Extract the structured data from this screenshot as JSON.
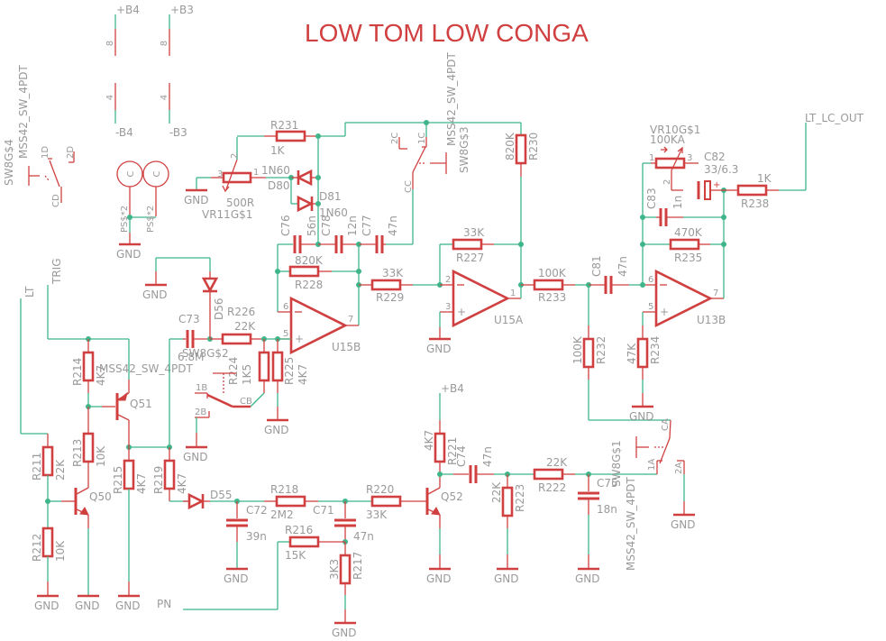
{
  "title": "LOW TOM LOW CONGA",
  "colors": {
    "wire": "#3fb58a",
    "part": "#d04040",
    "label": "#9a9a9a",
    "background": "#ffffff"
  },
  "nets": {
    "b4_pos": "+B4",
    "b3_pos": "+B3",
    "b4_neg": "-B4",
    "b3_neg": "-B3",
    "lt": "LT",
    "trig": "TRIG",
    "pn": "PN",
    "out": "LT_LC_OUT",
    "gnd": "GND"
  },
  "power": {
    "pin8": "8",
    "pin4": "4",
    "ps_a": "PS$*2",
    "ps_b": "PS$*2",
    "cap_glyph": "C"
  },
  "switches": {
    "sw4": {
      "name": "SW8G$4",
      "part": "MSS42_SW_4PDT",
      "p1": "1D",
      "p2": "2D",
      "c": "CD"
    },
    "sw3": {
      "name": "SW8G$3",
      "part": "MSS42_SW_4PDT",
      "p1": "1C",
      "p2": "2C",
      "c": "CC"
    },
    "sw2": {
      "name": "SW8G$2",
      "part": "MSS42_SW_4PDT",
      "p1": "1B",
      "p2": "2B",
      "c": "CB"
    },
    "sw1": {
      "name": "SW8G$1",
      "part": "MSS42_SW_4PDT",
      "p1": "1A",
      "p2": "2A",
      "c": "CA"
    }
  },
  "resistors": {
    "r211": {
      "name": "R211",
      "value": "22K"
    },
    "r212": {
      "name": "R212",
      "value": "10K"
    },
    "r213": {
      "name": "R213",
      "value": "10K"
    },
    "r214": {
      "name": "R214",
      "value": "4K7"
    },
    "r215": {
      "name": "R215",
      "value": "4K7"
    },
    "r216": {
      "name": "R216",
      "value": "15K"
    },
    "r217": {
      "name": "R217",
      "value": "3K3"
    },
    "r218": {
      "name": "R218",
      "value": "2M2"
    },
    "r219": {
      "name": "R219",
      "value": "4K7"
    },
    "r220": {
      "name": "R220",
      "value": "33K"
    },
    "r221": {
      "name": "R221",
      "value": "4K7"
    },
    "r222": {
      "name": "R222",
      "value": "22K"
    },
    "r223": {
      "name": "R223",
      "value": "22K"
    },
    "r224": {
      "name": "R224",
      "value": "1K5"
    },
    "r225": {
      "name": "R225",
      "value": "4K7"
    },
    "r226": {
      "name": "R226",
      "value": "22K"
    },
    "r227": {
      "name": "R227",
      "value": "33K"
    },
    "r228": {
      "name": "R228",
      "value": "820K"
    },
    "r229": {
      "name": "R229",
      "value": "33K"
    },
    "r230": {
      "name": "R230",
      "value": "820K"
    },
    "r231": {
      "name": "R231",
      "value": "1K"
    },
    "r232": {
      "name": "R232",
      "value": "100K"
    },
    "r233": {
      "name": "R233",
      "value": "100K"
    },
    "r234": {
      "name": "R234",
      "value": "47K"
    },
    "r235": {
      "name": "R235",
      "value": "470K"
    },
    "r238": {
      "name": "R238",
      "value": "1K"
    }
  },
  "capacitors": {
    "c71": {
      "name": "C71",
      "value": "47n"
    },
    "c72": {
      "name": "C72",
      "value": "39n"
    },
    "c73": {
      "name": "C73",
      "value": "6.8M"
    },
    "c74": {
      "name": "C74",
      "value": "47n"
    },
    "c75": {
      "name": "C75",
      "value": "18n"
    },
    "c76": {
      "name": "C76",
      "value": "56n"
    },
    "c77": {
      "name": "C77",
      "value": "47n"
    },
    "c78": {
      "name": "C78",
      "value": "12n"
    },
    "c81": {
      "name": "C81",
      "value": "47n"
    },
    "c82": {
      "name": "C82",
      "value": "33/6.3"
    },
    "c83": {
      "name": "C83",
      "value": "1n"
    }
  },
  "diodes": {
    "d55": {
      "name": "D55"
    },
    "d56": {
      "name": "D56"
    },
    "d80": {
      "name": "D80",
      "value": "1N60"
    },
    "d81": {
      "name": "D81",
      "value": "1N60"
    }
  },
  "transistors": {
    "q50": "Q50",
    "q51": "Q51",
    "q52": "Q52"
  },
  "opamps": {
    "u15a": {
      "name": "U15A",
      "in_neg": "2",
      "in_pos": "3",
      "out": "1"
    },
    "u15b": {
      "name": "U15B",
      "in_neg": "6",
      "in_pos": "5",
      "out": "7"
    },
    "u13b": {
      "name": "U13B",
      "in_neg": "6",
      "in_pos": "5",
      "out": "7"
    }
  },
  "pots": {
    "vr11": {
      "name": "VR11G$1",
      "value": "500R",
      "p1": "1",
      "p2": "2",
      "p3": "3"
    },
    "vr10": {
      "name": "VR10G$1",
      "value": "100KA",
      "p1": "1",
      "p2": "2",
      "p3": "3"
    }
  },
  "opamp_signs": {
    "minus": "−",
    "plus": "+"
  }
}
